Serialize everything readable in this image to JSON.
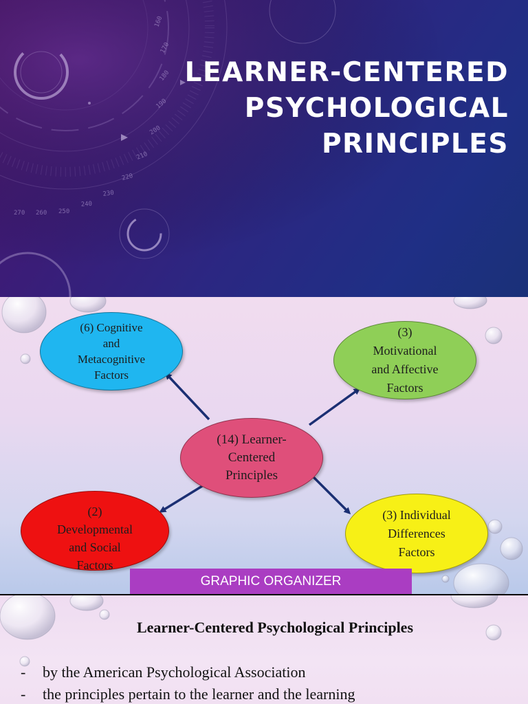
{
  "slide1": {
    "title_lines": [
      "LEARNER-CENTERED",
      "PSYCHOLOGICAL",
      "PRINCIPLES"
    ]
  },
  "slide2": {
    "center": "(14) Learner-\nCentered\nPrinciples",
    "top_left": "(6) Cognitive\nand\nMetacognitive\nFactors",
    "top_right": "(3)\nMotivational\nand Affective\nFactors",
    "bottom_left": "(2)\nDevelopmental\nand Social\nFactors",
    "bottom_right": "(3) Individual\nDifferences\nFactors",
    "caption": "GRAPHIC ORGANIZER",
    "colors": {
      "center": "#df4f7a",
      "top_left": "#1fb6f0",
      "top_right": "#8fcf57",
      "bottom_left": "#ee1111",
      "bottom_right": "#f7f016",
      "caption_bg": "#aa3dc2",
      "arrow": "#1b2f73"
    }
  },
  "slide3": {
    "heading": "Learner-Centered Psychological Principles",
    "bullets": [
      "by the American Psychological Association",
      "the principles pertain to the learner and the learning"
    ],
    "bullet_marker": "-"
  }
}
